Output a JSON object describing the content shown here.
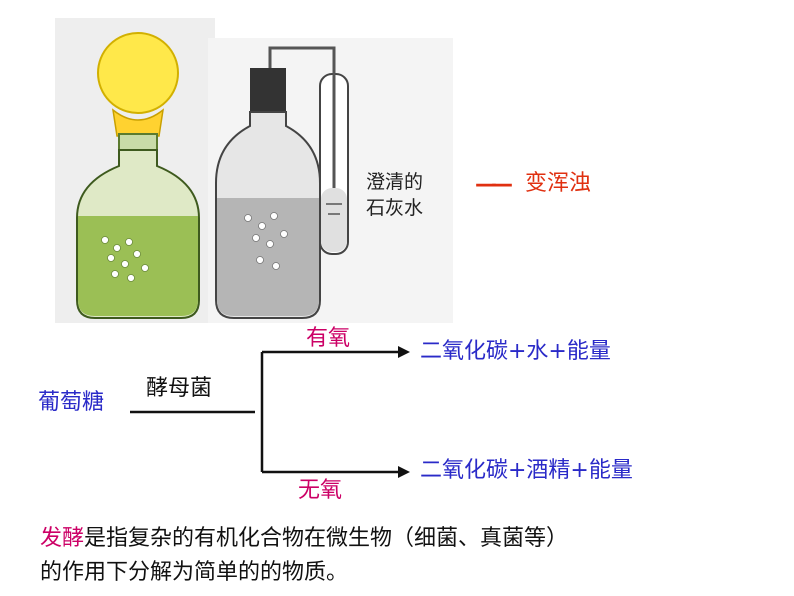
{
  "images": {
    "tube_label_line1": "澄清的",
    "tube_label_line2": "石灰水"
  },
  "result": {
    "dash": "——",
    "text": "变浑浊"
  },
  "diagram": {
    "substrate": "葡萄糖",
    "agent": "酵母菌",
    "branch_aerobic_label": "有氧",
    "branch_anaerobic_label": "无氧",
    "aerobic_products": "二氧化碳+水+能量",
    "anaerobic_products": "二氧化碳+酒精+能量"
  },
  "definition": {
    "term": "发酵",
    "rest_line1": "是指复杂的有机化合物在微生物（细菌、真菌等）",
    "line2": "的作用下分解为简单的的物质。"
  },
  "colors": {
    "blue": "#2a2ac8",
    "red": "#e03010",
    "magenta": "#cc0066",
    "black": "#111111"
  }
}
